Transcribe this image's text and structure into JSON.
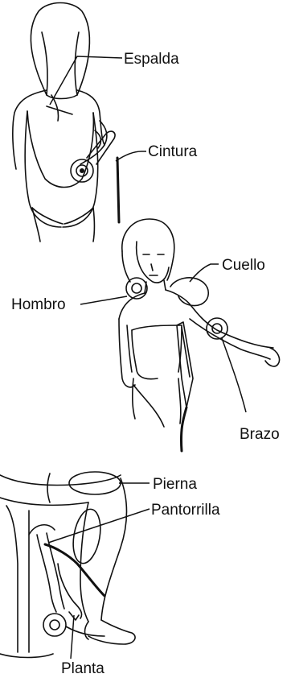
{
  "labels": {
    "espalda": "Espalda",
    "cintura": "Cintura",
    "cuello": "Cuello",
    "hombro": "Hombro",
    "brazo": "Brazo",
    "pierna": "Pierna",
    "pantorrilla": "Pantorrilla",
    "planta": "Planta"
  }
}
